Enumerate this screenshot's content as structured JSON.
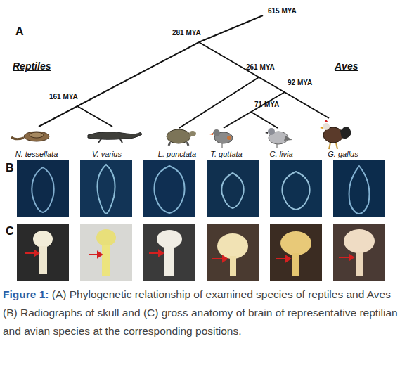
{
  "diagram": {
    "caption": "Figure 1: (A) Phylogenetic relationship of examined species of reptiles and Aves (B) Radiographs of skull and (C) gross anatomy of brain of representative reptilian and avian species at the corresponding positions.",
    "labels": [
      "A",
      "615 MYA",
      "281 MYA",
      "261 MYA",
      "92 MYA",
      "Reptiles",
      "Aves",
      "161 MYA",
      "71 MYA",
      "N. tessellata",
      "V. varius",
      "L. punctata",
      "T. guttata",
      "C. livia",
      "G. gallus",
      "B",
      "C"
    ]
  }
}
